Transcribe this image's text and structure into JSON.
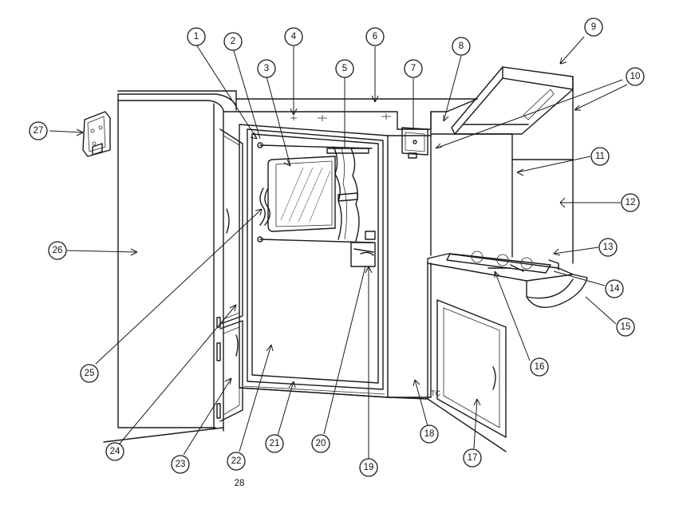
{
  "diagram": {
    "callouts": [
      {
        "id": "c1",
        "label": "1"
      },
      {
        "id": "c2",
        "label": "2"
      },
      {
        "id": "c3",
        "label": "3"
      },
      {
        "id": "c4",
        "label": "4"
      },
      {
        "id": "c5",
        "label": "5"
      },
      {
        "id": "c6",
        "label": "6"
      },
      {
        "id": "c7",
        "label": "7"
      },
      {
        "id": "c8",
        "label": "8"
      },
      {
        "id": "c9",
        "label": "9"
      },
      {
        "id": "c10",
        "label": "10"
      },
      {
        "id": "c11",
        "label": "11"
      },
      {
        "id": "c12",
        "label": "12"
      },
      {
        "id": "c13",
        "label": "13"
      },
      {
        "id": "c14",
        "label": "14"
      },
      {
        "id": "c15",
        "label": "15"
      },
      {
        "id": "c16",
        "label": "16"
      },
      {
        "id": "c17",
        "label": "17"
      },
      {
        "id": "c18",
        "label": "18"
      },
      {
        "id": "c19",
        "label": "19"
      },
      {
        "id": "c20",
        "label": "20"
      },
      {
        "id": "c21",
        "label": "21"
      },
      {
        "id": "c22",
        "label": "22"
      },
      {
        "id": "c23",
        "label": "23"
      },
      {
        "id": "c24",
        "label": "24"
      },
      {
        "id": "c25",
        "label": "25"
      },
      {
        "id": "c26",
        "label": "26"
      },
      {
        "id": "c27",
        "label": "27"
      }
    ],
    "extra_label": "28",
    "floor_mark": "TC"
  }
}
